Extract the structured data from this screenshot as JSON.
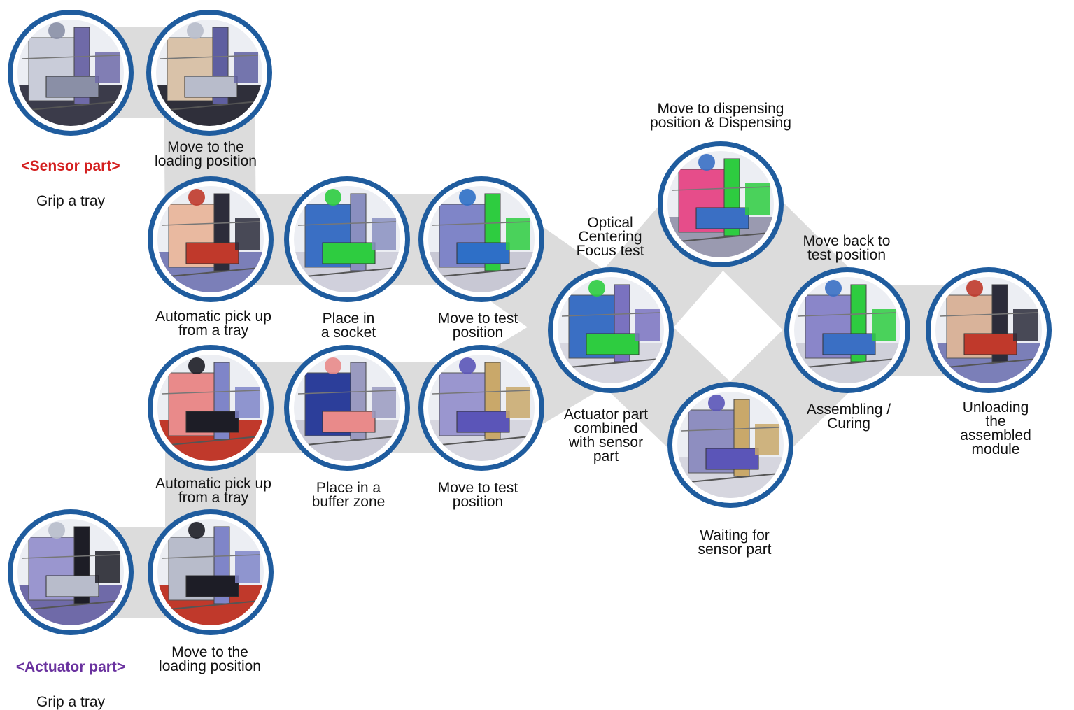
{
  "colors": {
    "connector": "#dcdcdc",
    "ring": "#1f5c9e",
    "ring_inner": "#ffffff",
    "sensor_tag": "#d41f1f",
    "actuator_tag": "#6a329f"
  },
  "sections": {
    "sensor": {
      "tag": "<Sensor part>",
      "line1": "Grip a tray"
    },
    "actuator": {
      "tag": "<Actuator part>",
      "line1": "Grip a tray"
    }
  },
  "steps": [
    {
      "id": "sensor-grip",
      "image": "tray-gripper-machine"
    },
    {
      "id": "sensor-load",
      "label": "Move to the\nloading position",
      "image": "tray-loading-rails"
    },
    {
      "id": "sensor-pick",
      "label": "Automatic pick up\nfrom a tray",
      "image": "pick-nozzles-red"
    },
    {
      "id": "sensor-socket",
      "label": "Place in\na socket",
      "image": "socket-green-board"
    },
    {
      "id": "sensor-test",
      "label": "Move to test\nposition",
      "image": "test-station-blue"
    },
    {
      "id": "optical-test",
      "label": "Optical\nCentering\nFocus test",
      "image": "combined-module-green"
    },
    {
      "id": "dispense",
      "label": "Move to dispensing\nposition & Dispensing",
      "image": "dispenser-head"
    },
    {
      "id": "move-back",
      "label": "Move back to\ntest position",
      "image": "assembly-station"
    },
    {
      "id": "unload",
      "label": "Unloading the\nassembled module",
      "image": "unload-nozzles"
    },
    {
      "id": "waiting",
      "label": "Waiting for\nsensor part",
      "image": "gripper-waiting"
    },
    {
      "id": "actuator-pick",
      "label": "Automatic pick up\nfrom a tray",
      "image": "pick-black-tray"
    },
    {
      "id": "actuator-buffer",
      "label": "Place in a\nbuffer zone",
      "image": "buffer-red-dial"
    },
    {
      "id": "actuator-test",
      "label": "Move to test\nposition",
      "image": "test-station-purple"
    },
    {
      "id": "actuator-grip",
      "image": "stacker-gripper"
    },
    {
      "id": "actuator-load",
      "label": "Move to the\nloading position",
      "image": "stacker-loading"
    }
  ],
  "notes": {
    "combined": "Actuator part\ncombined\nwith sensor\npart",
    "assembling": "Assembling /\nCuring"
  }
}
